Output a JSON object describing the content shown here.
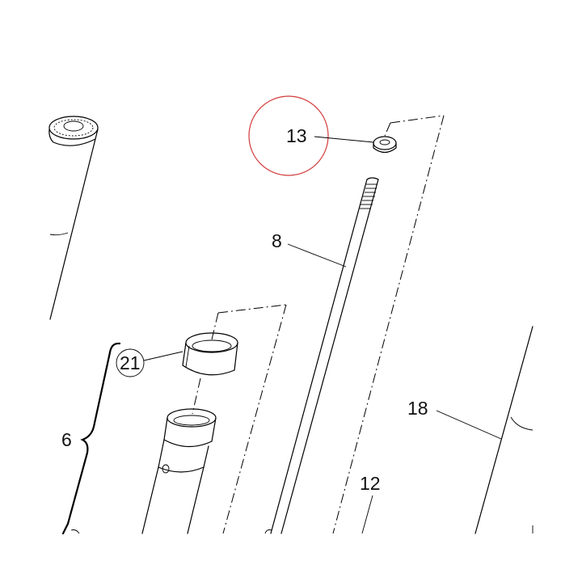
{
  "callouts": {
    "part_13": "13",
    "part_8": "8",
    "part_21": "21",
    "part_6": "6",
    "part_18": "18",
    "part_12": "12"
  },
  "highlight": {
    "color": "#d23b3b",
    "target": "part_13"
  }
}
